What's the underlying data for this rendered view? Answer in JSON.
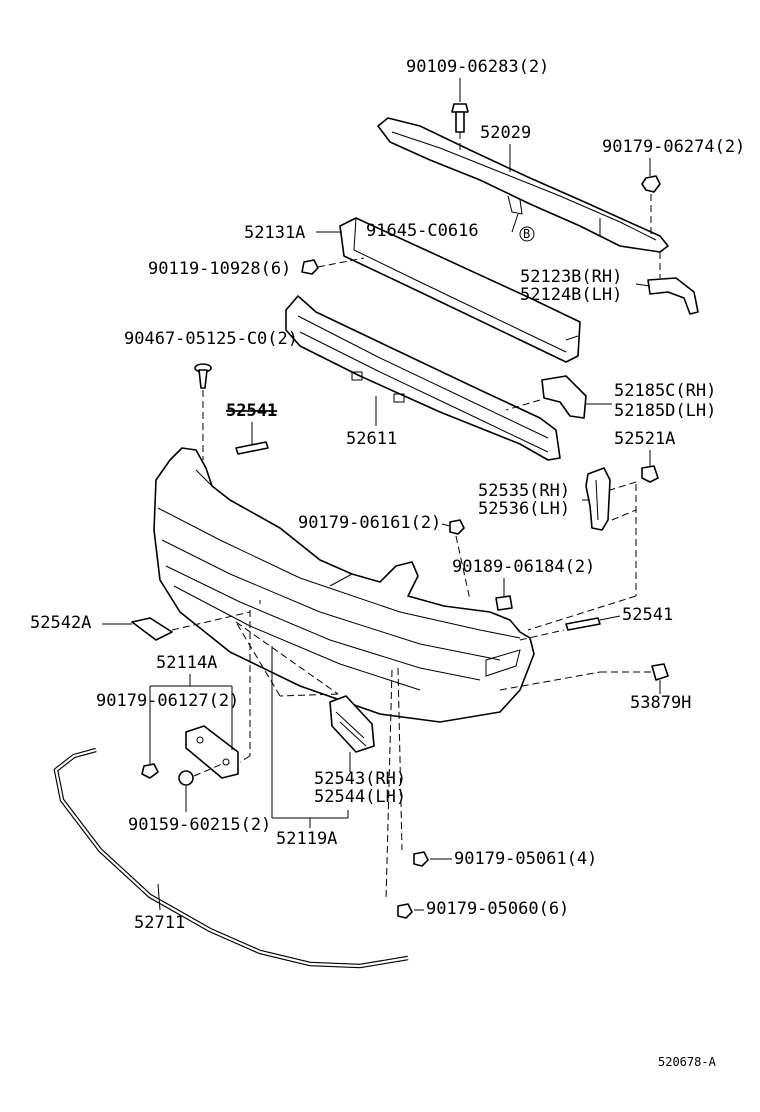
{
  "diagram": {
    "code": "520678-A",
    "labels": {
      "p90109": "90109-06283(2)",
      "p52029": "52029",
      "p90179_06274": "90179-06274(2)",
      "p52131A": "52131A",
      "p91645": "91645-C0616",
      "p91645_mark": "B",
      "p90119": "90119-10928(6)",
      "p52123B": "52123B(RH)",
      "p52124B": "52124B(LH)",
      "p90467": "90467-05125-C0(2)",
      "p52541_top": "52541",
      "p52611": "52611",
      "p52185C": "52185C(RH)",
      "p52185D": "52185D(LH)",
      "p52521A": "52521A",
      "p52535": "52535(RH)",
      "p52536": "52536(LH)",
      "p90179_06161": "90179-06161(2)",
      "p90189": "90189-06184(2)",
      "p52542A": "52542A",
      "p52541_right": "52541",
      "p52114A": "52114A",
      "p90179_06127": "90179-06127(2)",
      "p53879H": "53879H",
      "p52543": "52543(RH)",
      "p52544": "52544(LH)",
      "p90159": "90159-60215(2)",
      "p52119A": "52119A",
      "p90179_05061": "90179-05061(4)",
      "p90179_05060": "90179-05060(6)",
      "p52711": "52711"
    }
  }
}
